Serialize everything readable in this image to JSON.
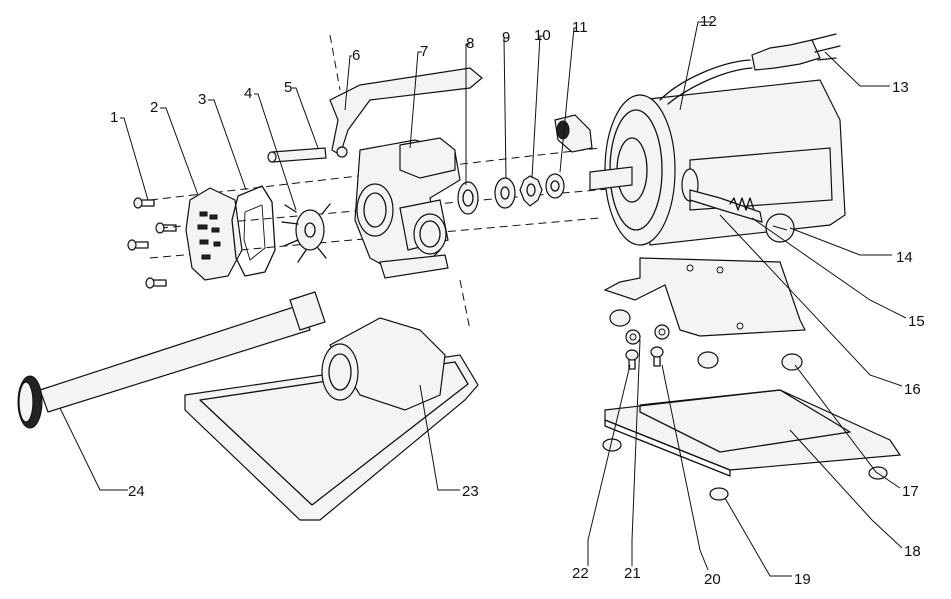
{
  "diagram": {
    "type": "exploded-parts-view",
    "callouts": [
      "1",
      "2",
      "3",
      "4",
      "5",
      "6",
      "7",
      "8",
      "9",
      "10",
      "11",
      "12",
      "13",
      "14",
      "15",
      "16",
      "17",
      "18",
      "19",
      "20",
      "21",
      "22",
      "23",
      "24"
    ]
  }
}
